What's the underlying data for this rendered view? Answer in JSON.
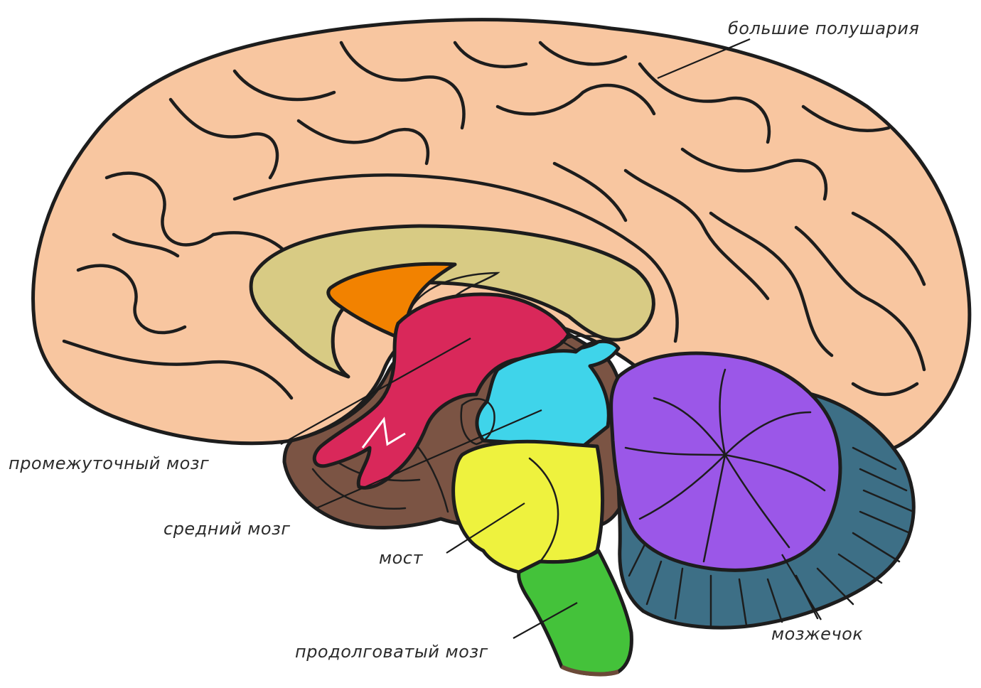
{
  "labels": {
    "cerebrum": "большие полушария",
    "diencephalon": "промежуточный мозг",
    "midbrain": "средний мозг",
    "pons": "мост",
    "medulla": "продолговатый мозг",
    "cerebellum": "мозжечок"
  },
  "colors": {
    "cerebrum": "#f8c6a0",
    "corpus_callosum": "#d8cb84",
    "fornix_region": "#f28200",
    "diencephalon": "#d9285a",
    "midbrain": "#3fd4ea",
    "pons": "#eef23e",
    "medulla": "#44c23a",
    "cerebellum": "#9b57e8",
    "arbor_vitae": "#3d6f86",
    "limbic_brown": "#7b5444",
    "outline": "#1d1d1d"
  }
}
